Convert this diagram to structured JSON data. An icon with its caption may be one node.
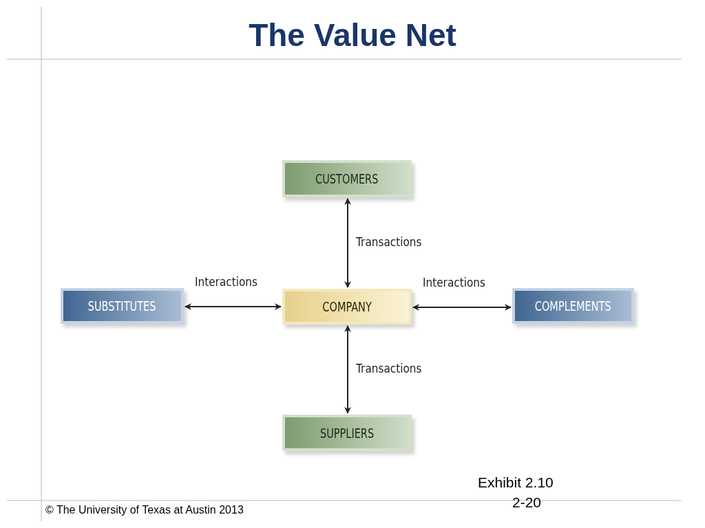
{
  "diagram": {
    "title": "The Value Net",
    "nodes": [
      {
        "text": [
          "CUSTOMERS"
        ]
      },
      {
        "text": [
          "SUBSTITUTES"
        ]
      },
      {
        "text": [
          "COMPANY"
        ]
      },
      {
        "text": [
          "COMPLEMENTS"
        ]
      },
      {
        "text": [
          "SUPPLIERS"
        ]
      }
    ],
    "edges": [
      {
        "from": 0,
        "to": 2,
        "arrow": "both",
        "label": "Transactions"
      },
      {
        "from": 1,
        "to": 2,
        "arrow": "both",
        "label": "Interactions"
      },
      {
        "from": 2,
        "to": 3,
        "arrow": "both",
        "label": "Interactions"
      },
      {
        "from": 2,
        "to": 4,
        "arrow": "both",
        "label": "Transactions"
      }
    ],
    "labels": [
      "Exhibit 2.10",
      "2-20",
      "© The University of Texas at Austin 2013"
    ]
  }
}
